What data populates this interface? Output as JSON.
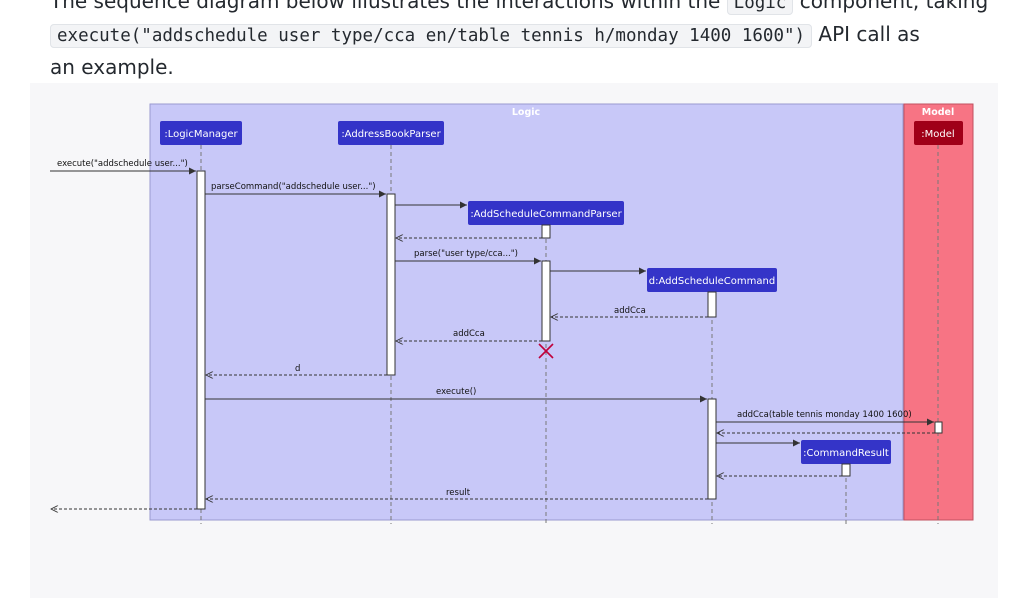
{
  "prose": {
    "line1_before": "The sequence diagram below illustrates the interactions within the",
    "line1_code": "Logic",
    "line1_after": "component, taking",
    "line2_code": "execute(\"addschedule user type/cca en/table tennis h/monday 1400 1600\")",
    "line2_after": "API call as",
    "line3": "an example."
  },
  "diagram": {
    "boxes": {
      "logic": "Logic",
      "model": "Model"
    },
    "participants": {
      "logic_manager": ":LogicManager",
      "parser": ":AddressBookParser",
      "cmd_parser": ":AddScheduleCommandParser",
      "command": "d:AddScheduleCommand",
      "result": ":CommandResult",
      "model": ":Model"
    },
    "messages": {
      "execute_call": "execute(\"addschedule user...\")",
      "parse_command": "parseCommand(\"addschedule user...\")",
      "parse": "parse(\"user type/cca...\")",
      "addcca_return_1": "addCca",
      "addcca_return_2": "addCca",
      "d_return": "d",
      "execute": "execute()",
      "addcca_model": "addCca(table tennis monday 1400 1600)",
      "result": "result"
    },
    "colors": {
      "logic_fill": "#c8c8f8",
      "model_fill": "#f77484",
      "participant": "#3434c8",
      "model_participant": "#a00018",
      "destroy": "#c0003a"
    }
  }
}
